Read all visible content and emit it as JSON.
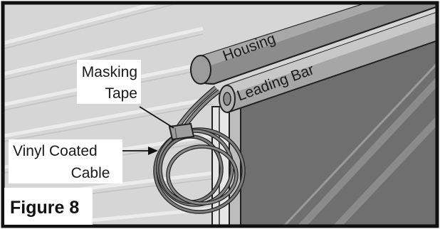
{
  "figure": {
    "title": "Figure 8"
  },
  "labels": {
    "housing": "Housing",
    "leading_bar": "Leading Bar",
    "masking_tape_line1": "Masking",
    "masking_tape_line2": "Tape",
    "vinyl_cable_line1": "Vinyl Coated",
    "vinyl_cable_line2": "Cable"
  },
  "colors": {
    "frame": "#111111",
    "wall": "#d4d4d4",
    "screen": "#6e6e6e",
    "housing": "#8a8a8a",
    "cable": "#7c7c7c"
  }
}
